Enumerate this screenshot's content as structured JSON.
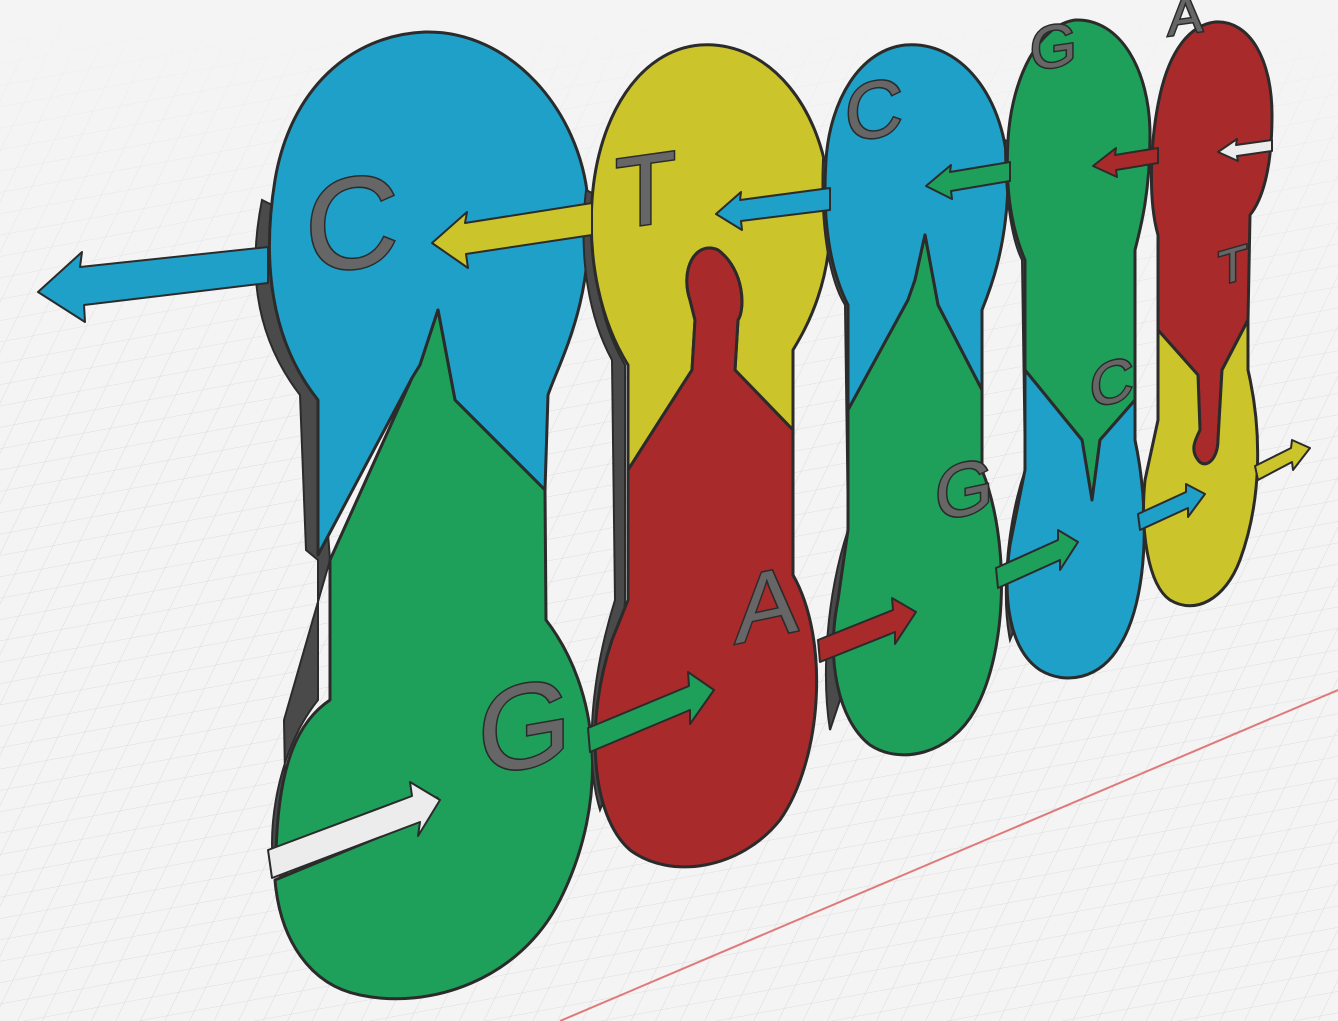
{
  "colors": {
    "background": "#f4f4f4",
    "grid": "#dadada",
    "axis_line": "#e07a7a",
    "outline": "#2b2b2b",
    "C": "#1fa0c8",
    "T": "#cbc42a",
    "G": "#1fa05a",
    "A": "#a82a2a"
  },
  "top_strand": {
    "bases": [
      "C",
      "T",
      "C",
      "G",
      "A"
    ]
  },
  "bottom_strand": {
    "bases": [
      "G",
      "A",
      "G",
      "C",
      "T"
    ]
  },
  "pairs": [
    {
      "top": "C",
      "bottom": "G"
    },
    {
      "top": "T",
      "bottom": "A"
    },
    {
      "top": "C",
      "bottom": "G"
    },
    {
      "top": "G",
      "bottom": "C"
    },
    {
      "top": "A",
      "bottom": "T"
    }
  ]
}
